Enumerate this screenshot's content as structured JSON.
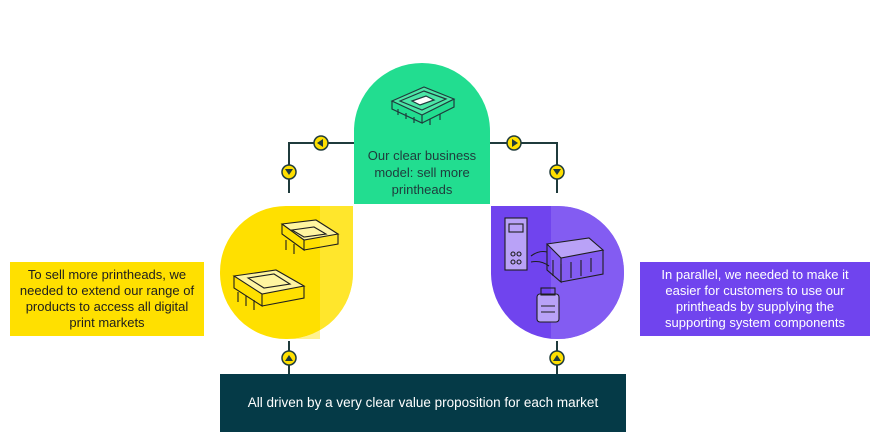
{
  "diagram": {
    "top": {
      "label": "Our clear business model: sell more printheads",
      "color": "#22dd90",
      "icon": "printhead-icon"
    },
    "left": {
      "color": "#ffe000",
      "color_light": "#ffea4a",
      "icon": "printhead-range-icon"
    },
    "right": {
      "color": "#7044ee",
      "color_light": "#8c66f4",
      "icon": "system-components-icon"
    },
    "left_text": "To sell more printheads, we needed to extend our range of products to access all digital print markets",
    "right_text": "In parallel, we needed to make it easier for customers to use our printheads by supplying the supporting system components",
    "bottom_text": "All driven by a very clear value proposition for each market",
    "connector_color": "#1f3b3c",
    "arrow_color": "#ffe000"
  }
}
